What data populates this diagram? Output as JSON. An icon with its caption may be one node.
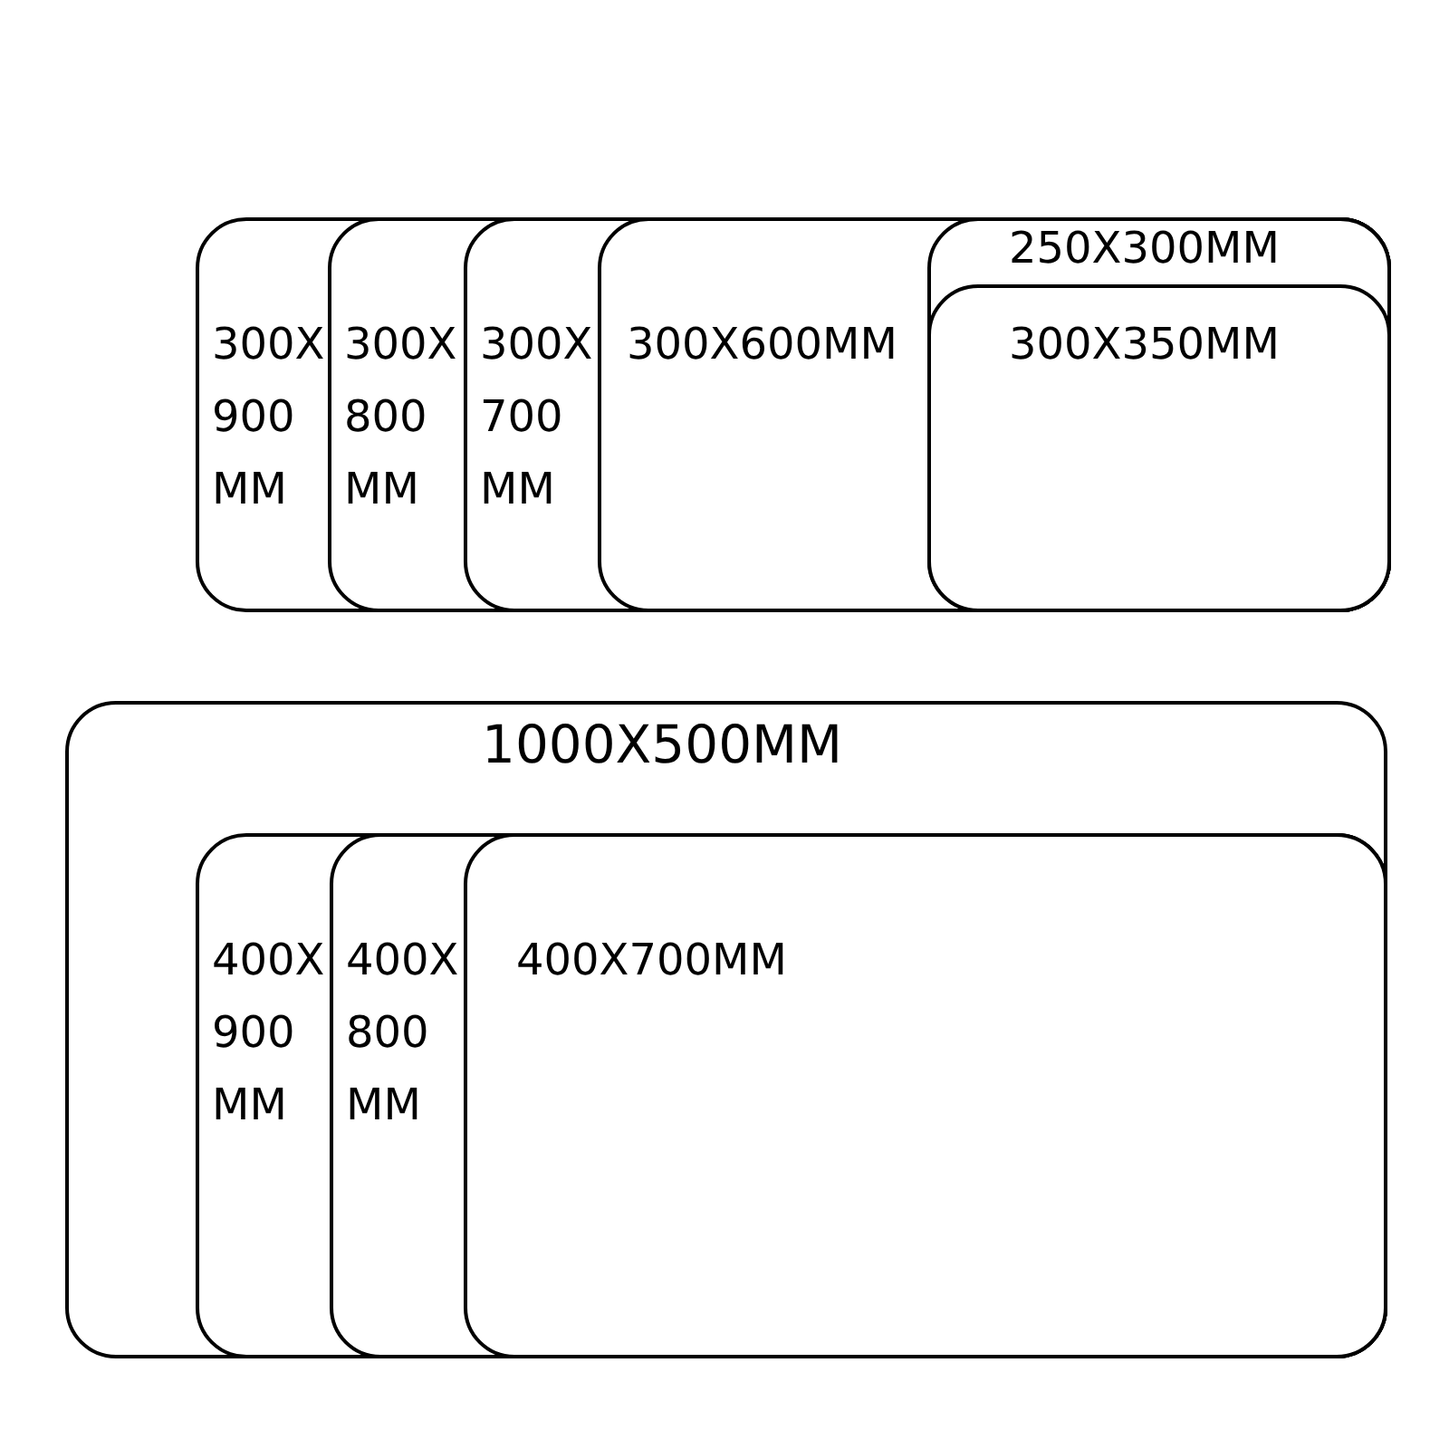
{
  "diagram": {
    "nodes": [
      {
        "text": [
          "300X 900 MM"
        ]
      },
      {
        "text": [
          "300X 800 MM"
        ],
        "in": 0
      },
      {
        "text": [
          "300X 700 MM"
        ],
        "in": 1
      },
      {
        "text": [
          "300X600MM"
        ],
        "in": 2
      },
      {
        "text": [
          "250X300MM"
        ],
        "in": 3
      },
      {
        "text": [
          "300X350MM"
        ],
        "in": 4
      },
      {
        "text": [
          "1000X500MM"
        ]
      },
      {
        "text": [
          "400X 900 MM"
        ],
        "in": 6
      },
      {
        "text": [
          "400X 800 MM"
        ],
        "in": 7
      },
      {
        "text": [
          "400X700MM"
        ],
        "in": 8
      }
    ]
  }
}
